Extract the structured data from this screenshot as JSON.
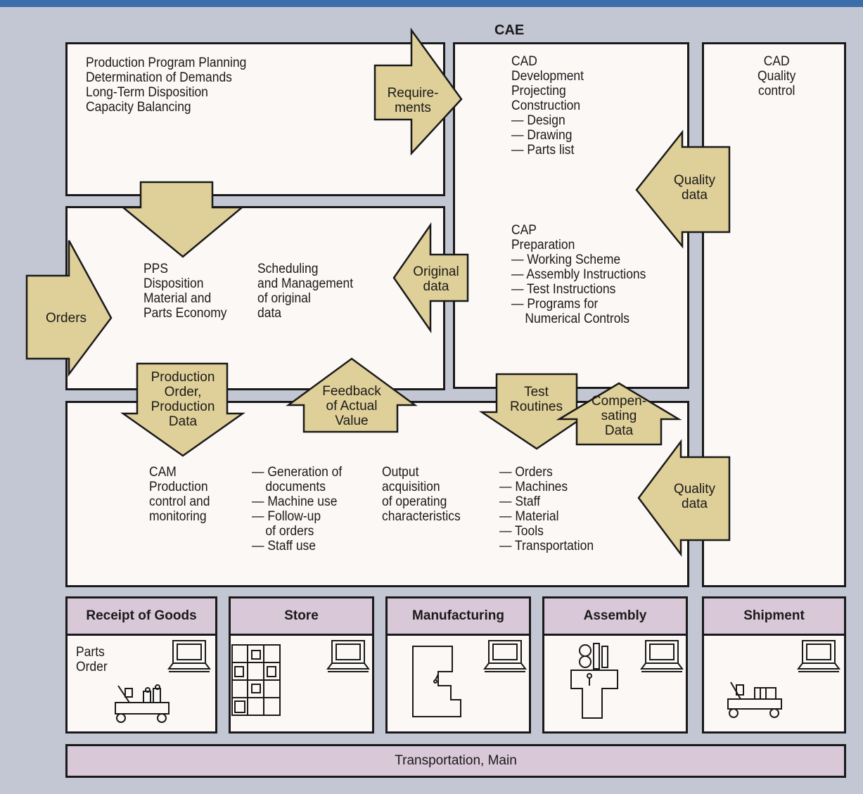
{
  "cae_title": "CAE",
  "planning_box": {
    "lines": "Production Program Planning\nDetermination of Demands\nLong-Term Disposition\nCapacity Balancing"
  },
  "cad_box": {
    "lines": "CAD\nDevelopment\nProjecting\nConstruction\n— Design\n— Drawing\n— Parts list"
  },
  "cap_box": {
    "lines": "CAP\nPreparation\n— Working Scheme\n— Assembly Instructions\n— Test Instructions\n— Programs for\n    Numerical Controls"
  },
  "quality_box": {
    "lines": "CAD\nQuality\ncontrol"
  },
  "pps_box": {
    "pps_lines": "PPS\nDisposition\nMaterial and\nParts Economy",
    "scheduling_lines": "Scheduling\nand Management\nof original\ndata"
  },
  "cam_box": {
    "cam_lines": "CAM\nProduction\ncontrol and\nmonitoring",
    "generation_lines": "— Generation of\n    documents\n— Machine use\n— Follow-up\n    of orders\n— Staff use",
    "output_lines": "Output\nacquisition\nof operating\ncharacteristics",
    "orders_lines": "— Orders\n— Machines\n— Staff\n— Material\n— Tools\n— Transportation"
  },
  "arrows": {
    "requirements": "Require-\nments",
    "orders": "Orders",
    "original_data": "Original\ndata",
    "quality_data_top": "Quality\ndata",
    "production_order": "Production\nOrder,\nProduction\nData",
    "feedback": "Feedback\nof Actual\nValue",
    "test_routines": "Test\nRoutines",
    "compensating": "Compen-\nsating\nData",
    "quality_data_bottom": "Quality\ndata"
  },
  "stations": [
    {
      "title": "Receipt of Goods",
      "note": "Parts\nOrder",
      "icon": "forklift-icon"
    },
    {
      "title": "Store",
      "note": "",
      "icon": "shelf-icon"
    },
    {
      "title": "Manufacturing",
      "note": "",
      "icon": "machine-tool-icon"
    },
    {
      "title": "Assembly",
      "note": "",
      "icon": "assembly-robot-icon"
    },
    {
      "title": "Shipment",
      "note": "",
      "icon": "forklift-icon"
    }
  ],
  "transportation": "Transportation, Main",
  "colors": {
    "arrow_fill": "#dfcf98",
    "header_fill": "#d8c8d8",
    "box_fill": "#fbf8f6",
    "background": "#c3c7d3",
    "top_band": "#3b6ea8"
  }
}
